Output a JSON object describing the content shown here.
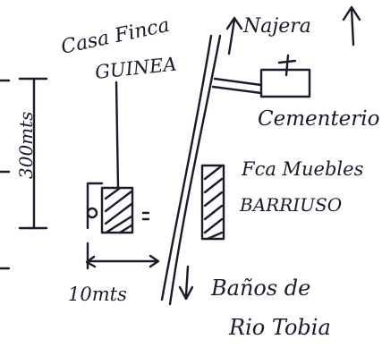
{
  "diagram": {
    "labels": {
      "casa_line1": "Casa Finca",
      "casa_line2": "GUINEA",
      "najera": "Najera",
      "cementerio": "Cementerio",
      "distance_300": "300mts",
      "fca_line1": "Fca Muebles",
      "fca_line2": "BARRIUSO",
      "distance_10": "10mts",
      "banos_line1": "Baños de",
      "banos_line2": "Rio Tobia"
    }
  }
}
